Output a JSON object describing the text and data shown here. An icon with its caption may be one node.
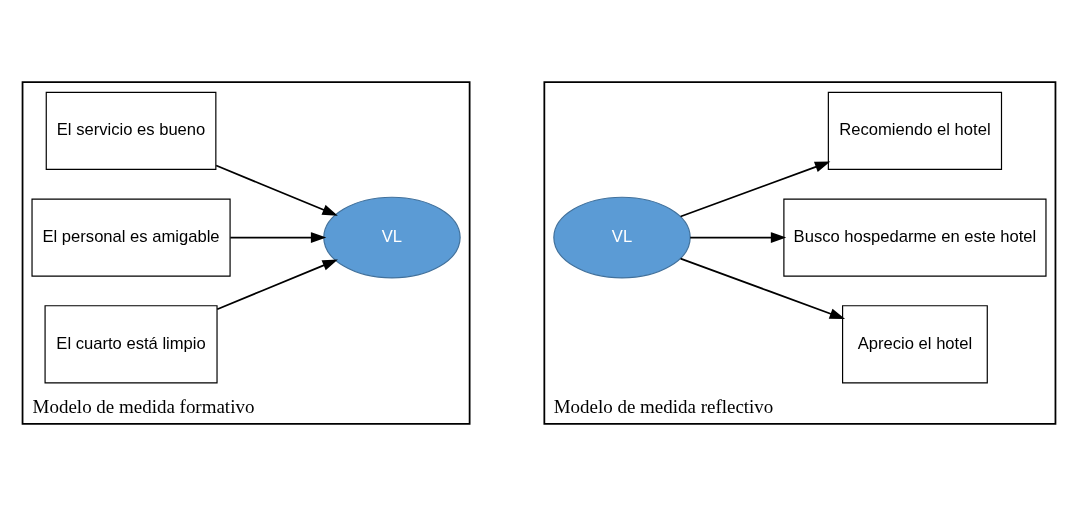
{
  "diagram": {
    "nodes": [
      {
        "text": [
          "Modelo de medida formativo"
        ]
      },
      {
        "text": [
          "El servicio es bueno"
        ],
        "in": 0
      },
      {
        "text": [
          "El personal es amigable"
        ],
        "in": 0
      },
      {
        "text": [
          "El cuarto está limpio"
        ],
        "in": 0
      },
      {
        "text": [
          "VL"
        ],
        "in": 0
      },
      {
        "text": [
          "Modelo de medida reflectivo"
        ]
      },
      {
        "text": [
          "VL"
        ],
        "in": 5
      },
      {
        "text": [
          "Aprecio el hotel"
        ],
        "in": 5
      },
      {
        "text": [
          "Busco hospedarme en este hotel"
        ],
        "in": 5
      },
      {
        "text": [
          "Recomiendo el hotel"
        ],
        "in": 5
      }
    ],
    "edges": [
      {
        "from": 1,
        "to": 4,
        "arrow": "to"
      },
      {
        "from": 2,
        "to": 4,
        "arrow": "to"
      },
      {
        "from": 3,
        "to": 4,
        "arrow": "to"
      },
      {
        "from": 6,
        "to": 7,
        "arrow": "to"
      },
      {
        "from": 6,
        "to": 8,
        "arrow": "to"
      },
      {
        "from": 6,
        "to": 9,
        "arrow": "to"
      }
    ]
  }
}
